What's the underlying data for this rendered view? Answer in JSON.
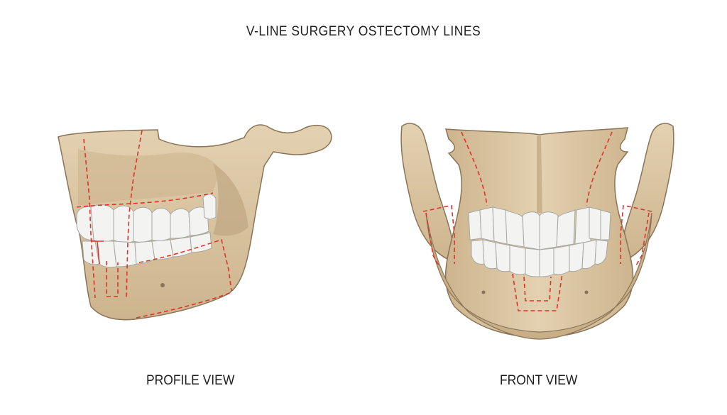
{
  "title": "V-LINE SURGERY OSTECTOMY LINES",
  "views": [
    {
      "label": "PROFILE VIEW"
    },
    {
      "label": "FRONT VIEW"
    }
  ],
  "colors": {
    "bone": "#d8c3a0",
    "bone_shadow": "#b79e79",
    "bone_outline": "#8a7458",
    "tooth": "#f3f3f1",
    "tooth_outline": "#a7a7a2",
    "ostectomy_line": "#e0342b",
    "text": "#1e1e1e"
  }
}
